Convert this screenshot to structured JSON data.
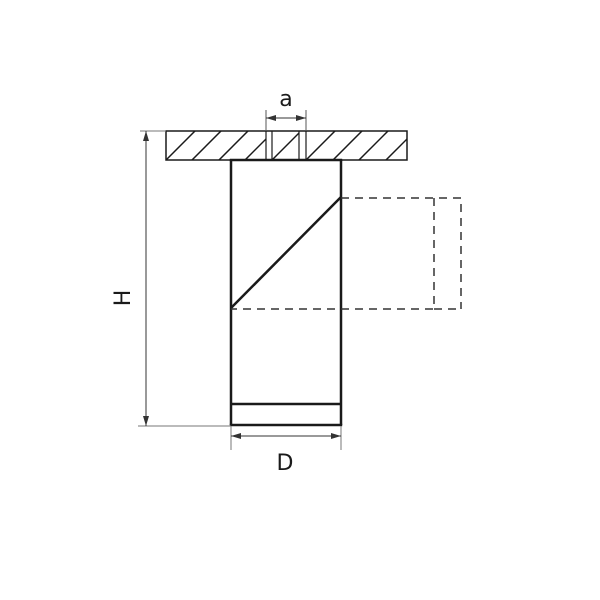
{
  "diagram": {
    "type": "technical-drawing",
    "subject": "ceiling-mounted cylindrical spotlight",
    "dimensions": {
      "a": "a",
      "H": "H",
      "D": "D"
    },
    "colors": {
      "stroke": "#1a1a1a",
      "dim_line": "#555555",
      "background": "#ffffff"
    }
  }
}
